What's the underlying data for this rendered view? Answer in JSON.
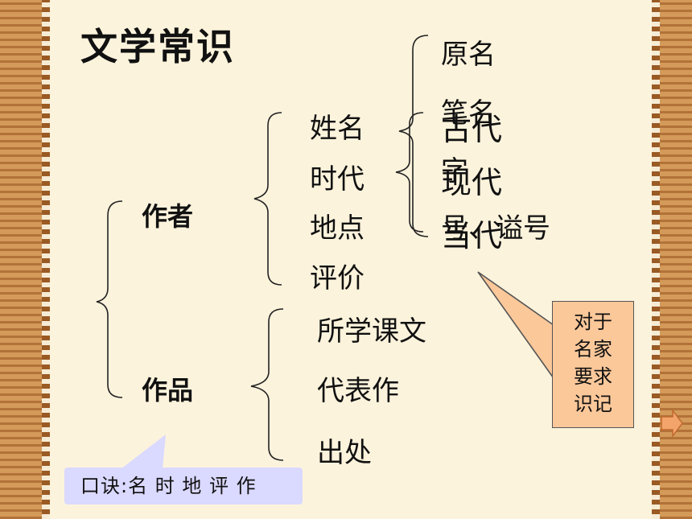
{
  "title": "文学常识",
  "branches": {
    "author": "作者",
    "work": "作品"
  },
  "author_items": [
    "姓名",
    "时代",
    "地点",
    "评价"
  ],
  "name_items": [
    "原名",
    "笔名",
    "字",
    "号、谥号"
  ],
  "era_items": [
    "古代",
    "现代",
    "当代"
  ],
  "work_items": [
    "所学课文",
    "代表作",
    "出处"
  ],
  "note": "对于\n名家\n要求\n识记",
  "mnemonic": "口诀:名 时 地 评 作",
  "colors": {
    "frame": "#c98a4b",
    "slide": "#fcf3dc",
    "note_bg": "#fbc89a",
    "mnemonic_bg": "#dad9ff"
  },
  "nav_icon": "next-arrow-icon"
}
